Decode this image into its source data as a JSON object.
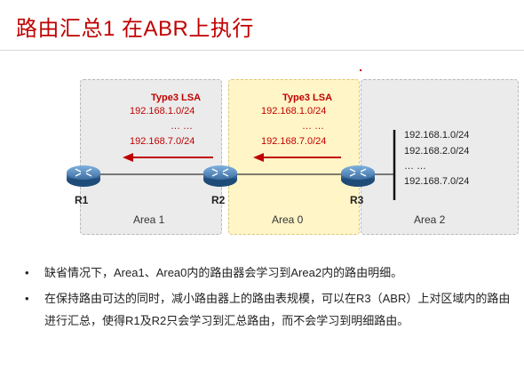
{
  "title": "路由汇总1 在ABR上执行",
  "areas": {
    "area1": "Area 1",
    "area0": "Area 0",
    "area2": "Area 2"
  },
  "routers": {
    "r1": "R1",
    "r2": "R2",
    "r3": "R3"
  },
  "lsa_left": {
    "title": "Type3 LSA",
    "lines": [
      "192.168.1.0/24",
      "… …",
      "192.168.7.0/24"
    ]
  },
  "lsa_mid": {
    "title": "Type3 LSA",
    "lines": [
      "192.168.1.0/24",
      "… …",
      "192.168.7.0/24"
    ]
  },
  "r3_routes": [
    "192.168.1.0/24",
    "192.168.2.0/24",
    "… …",
    "192.168.7.0/24"
  ],
  "colors": {
    "accent": "#c00000",
    "area0_bg": "#fff5c7",
    "area_bg": "#ebebeb",
    "router": "#2f5f8f"
  },
  "bullets": [
    {
      "marker": "•",
      "text": "缺省情况下，Area1、Area0内的路由器会学习到Area2内的路由明细。"
    },
    {
      "marker": "•",
      "text": "在保持路由可达的同时，减小路由器上的路由表规模，可以在R3（ABR）上对区域内的路由进行汇总，使得R1及R2只会学习到汇总路由，而不会学习到明细路由。"
    }
  ]
}
